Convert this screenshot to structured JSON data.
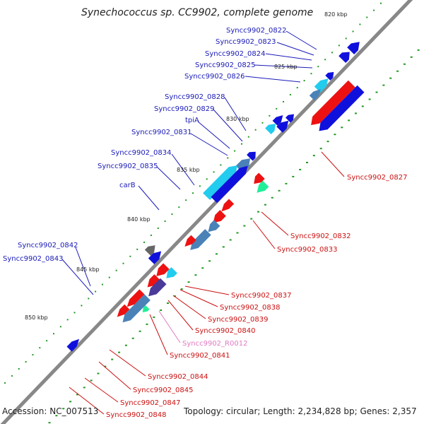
{
  "title": "Synechococcus sp. CC9902, complete genome",
  "footer": {
    "accession": "Accession: NC_007513",
    "topology": "Topology: circular; Length: 2,234,828 bp; Genes: 2,357"
  },
  "ticks": [
    "820 kbp",
    "825 kbp",
    "830 kbp",
    "835 kbp",
    "840 kbp",
    "845 kbp",
    "850 kbp"
  ],
  "colors": {
    "forward": "#1010dd",
    "reverse": "#ee1111",
    "steel": "#4a82b8",
    "cyan": "#22ccee",
    "green_teal": "#22ee99",
    "gray": "#666666",
    "purple": "#4a3a9a",
    "backbone": "#888888",
    "skew": "#229922"
  },
  "forward_labels": [
    "Syncc9902_0822",
    "Syncc9902_0823",
    "Syncc9902_0824",
    "Syncc9902_0825",
    "Syncc9902_0826",
    "Syncc9902_0828",
    "Syncc9902_0829",
    "tpiA",
    "Syncc9902_0831",
    "Syncc9902_0834",
    "Syncc9902_0835",
    "carB",
    "Syncc9902_0842",
    "Syncc9902_0843"
  ],
  "reverse_labels": [
    "Syncc9902_0827",
    "Syncc9902_0832",
    "Syncc9902_0833",
    "Syncc9902_0837",
    "Syncc9902_0838",
    "Syncc9902_0839",
    "Syncc9902_0840",
    "Syncc9902_R0012",
    "Syncc9902_0841",
    "Syncc9902_0844",
    "Syncc9902_0845",
    "Syncc9902_0847",
    "Syncc9902_0848"
  ]
}
